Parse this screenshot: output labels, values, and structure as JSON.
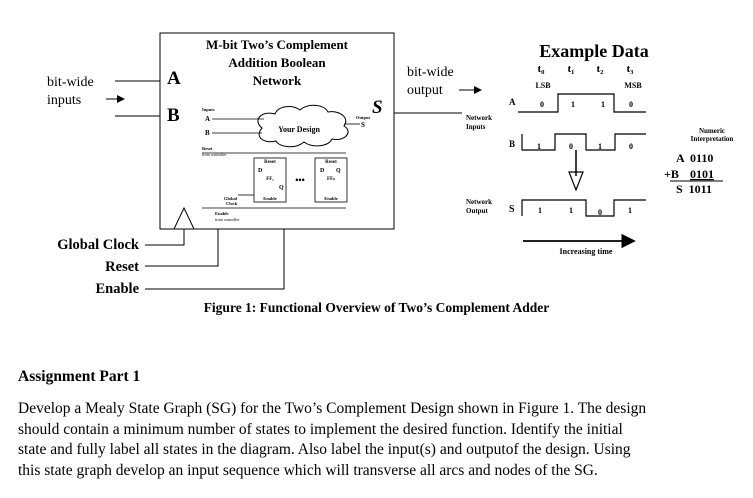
{
  "figure": {
    "box_title": [
      "M-bit Two’s Complement",
      "Addition Boolean",
      "Network"
    ],
    "left_inputs_label": [
      "bit-wide",
      "inputs"
    ],
    "port_a": "A",
    "port_b": "B",
    "port_s": "S",
    "output_label": [
      "bit-wide",
      "output"
    ],
    "inner": {
      "inputs_label": "Inputs",
      "a": "A",
      "b": "B",
      "cloud_label": "Your Design",
      "output_label": "Output",
      "s": "S",
      "reset_label": "Reset",
      "reset_sub": "from controller",
      "ff1_reset": "Reset",
      "ff1_d": "D",
      "ff1_name": "FF₁",
      "ff1_q": "Q",
      "ff1_enable": "Enable",
      "ffn_reset": "Reset",
      "ffn_d": "D",
      "ffn_q": "Q",
      "ffn_name": "FFₙ",
      "ffn_enable": "Enable",
      "dots": "•••",
      "global_label": "Global",
      "clock_label": "Clock",
      "enable_label": "Enable",
      "enable_sub": "from controller"
    },
    "bottom_signals": [
      "Global Clock",
      "Reset",
      "Enable"
    ],
    "example": {
      "title": "Example Data",
      "times": [
        "t₀",
        "t₁",
        "t₂",
        "t₃"
      ],
      "lsb": "LSB",
      "msb": "MSB",
      "network_inputs": [
        "Network",
        "Inputs"
      ],
      "network_output": [
        "Network",
        "Output"
      ],
      "row_a": "A",
      "row_b": "B",
      "row_s": "S",
      "a_bits": [
        "0",
        "1",
        "1",
        "0"
      ],
      "b_bits": [
        "1",
        "0",
        "1",
        "0"
      ],
      "s_bits": [
        "1",
        "1",
        "0",
        "1"
      ],
      "increasing_time": "Increasing time",
      "numeric_title": [
        "Numeric",
        "Interpretation"
      ],
      "num_a": "A  0110",
      "num_b_prefix": "+B",
      "num_b_value": "0101",
      "num_s": "S  1011"
    },
    "caption": "Figure 1: Functional Overview of Two’s Complement Adder"
  },
  "assignment": {
    "heading": "Assignment Part 1",
    "lines": [
      "Develop a Mealy State Graph (SG) for the Two’s Complement Design shown in Figure 1. The design",
      "should contain a minimum number of states to implement the desired function. Identify the initial",
      "state and fully label all states in the diagram. Also label the input(s) and outputof the design. Using",
      "this state graph develop an input sequence which will transverse all arcs and nodes of the SG."
    ]
  }
}
